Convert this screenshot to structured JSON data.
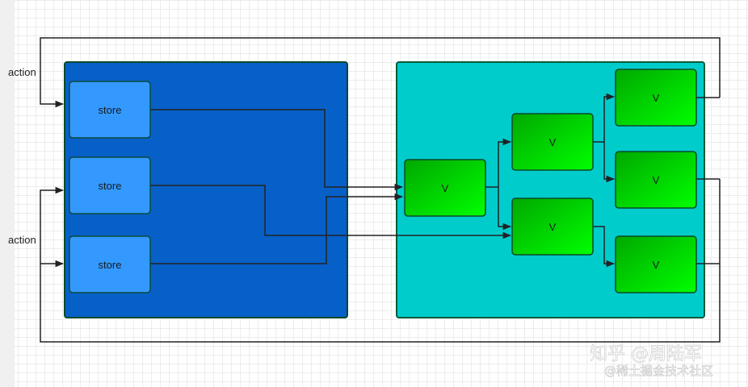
{
  "side_labels": {
    "action_top": "action",
    "action_bottom": "action"
  },
  "stores": [
    "store",
    "store",
    "store"
  ],
  "views": [
    "V",
    "V",
    "V",
    "V",
    "V",
    "V"
  ],
  "watermark": {
    "line1": "知乎 @周陆军",
    "line2": "@稀土掘金技术社区"
  },
  "colors": {
    "store_container": "#0760c8",
    "store_box": "#3399ff",
    "view_container": "#00cccc",
    "view_box_dark": "#00aa00",
    "view_box_light": "#00ff00",
    "line": "#222222"
  }
}
